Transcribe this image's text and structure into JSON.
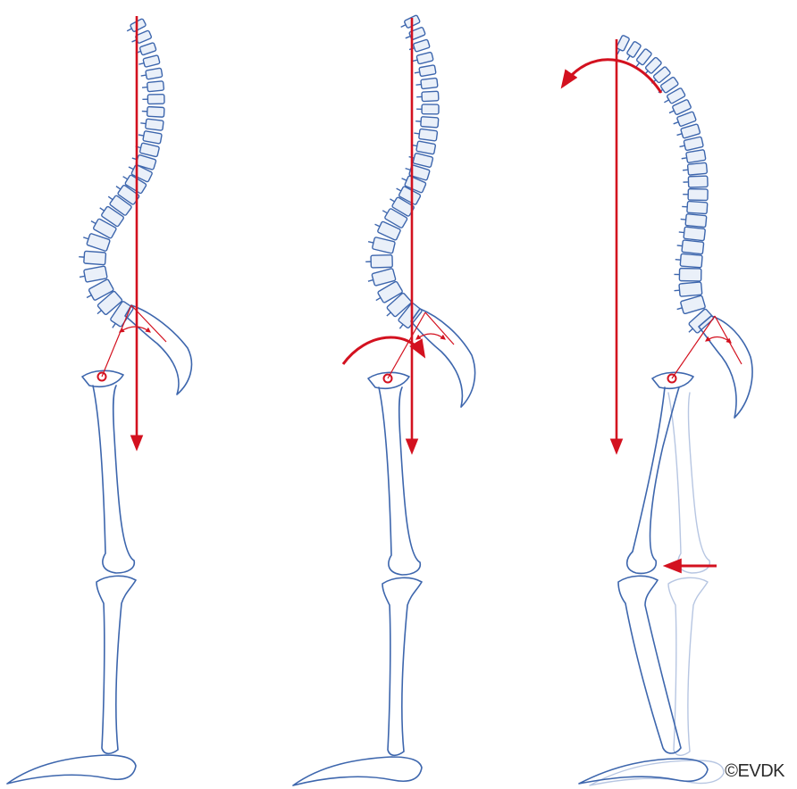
{
  "copyright": "©EVDK",
  "colors": {
    "bone_stroke": "#3d66ad",
    "bone_fill": "#eaf0f9",
    "ghost_stroke": "#b7c6e2",
    "ghost_fill": "#f1f4fa",
    "arrow": "#d3111f"
  },
  "figures": [
    {
      "id": "neutral",
      "arrows": [
        "gravity-line",
        "sacrum-angle"
      ]
    },
    {
      "id": "rotation",
      "arrows": [
        "gravity-line",
        "sacrum-angle",
        "rotation-arrow"
      ]
    },
    {
      "id": "sway",
      "arrows": [
        "gravity-line",
        "sacrum-angle",
        "curved-arrow",
        "knee-arrow"
      ]
    }
  ]
}
